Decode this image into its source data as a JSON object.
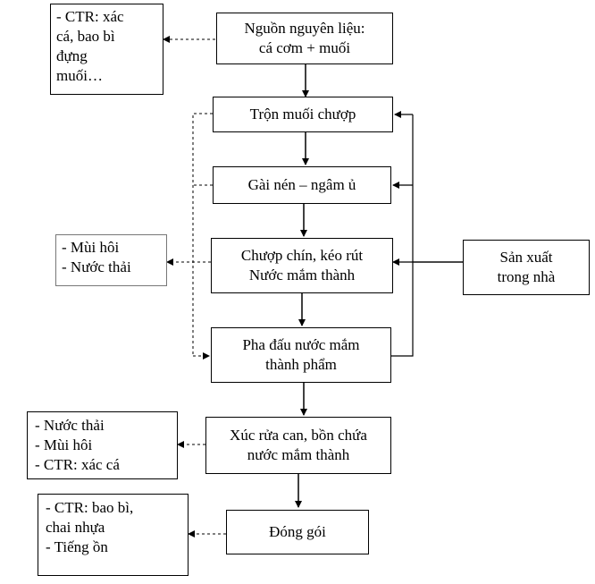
{
  "process": {
    "source": [
      "Nguồn nguyên liệu:",
      "cá cơm + muối"
    ],
    "mix": [
      "Trộn muối chượp"
    ],
    "press": [
      "Gài nén – ngâm ủ"
    ],
    "ripen": [
      "Chượp chín, kéo rút",
      "Nước mắm thành"
    ],
    "blend": [
      "Pha đấu nước mắm",
      "thành phẩm"
    ],
    "wash": [
      "Xúc rửa can, bồn chứa",
      "nước mắm thành"
    ],
    "pack": [
      "Đóng gói"
    ],
    "indoor": [
      "Sản xuất",
      "trong nhà"
    ]
  },
  "waste": {
    "raw": [
      "- CTR: xác",
      "cá, bao bì",
      "đựng",
      "muối…"
    ],
    "ripen": [
      "- Mùi hôi",
      "- Nước thải"
    ],
    "wash": [
      "-   Nước thải",
      "-   Mùi hôi",
      "-   CTR: xác cá"
    ],
    "pack": [
      "-  CTR:  bao  bì,",
      "chai nhựa",
      "- Tiếng ồn"
    ]
  }
}
